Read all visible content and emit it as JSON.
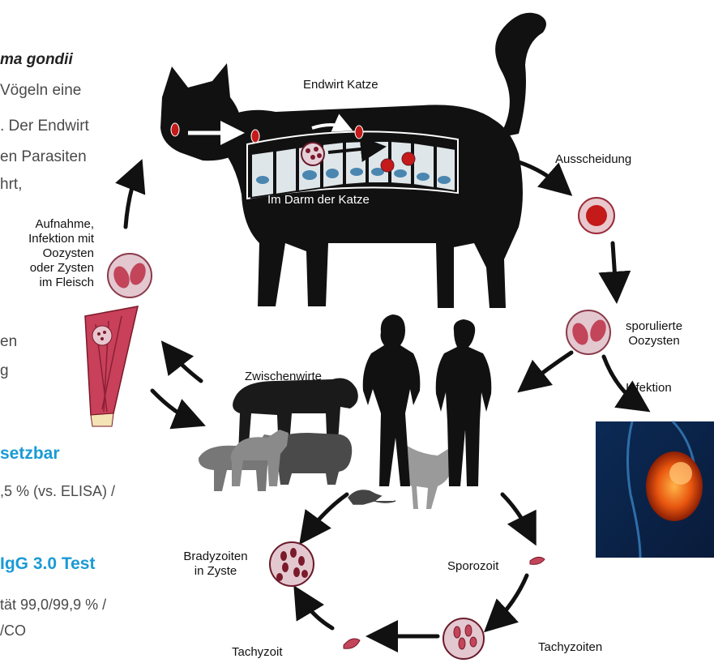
{
  "article": {
    "line1": "ma gondii",
    "line2": "Vögeln eine",
    "line3": ". Der Endwirt",
    "line4": "en Parasiten",
    "line5": "hrt,",
    "line6": "en",
    "line7": "g",
    "heading1": "setzbar",
    "spec1": ",5 % (vs. ELISA) /",
    "heading2": "IgG 3.0 Test",
    "spec2a": "tät 99,0/99,9 % /",
    "spec2b": "/CO"
  },
  "diagram": {
    "definitive_host": "Endwirt Katze",
    "intestine": "Im Darm der Katze",
    "excretion": "Ausscheidung",
    "sporulated": [
      "sporulierte",
      "Oozysten"
    ],
    "infection": "Infektion",
    "uptake": [
      "Aufnahme,",
      "Infektion mit",
      "Oozysten",
      "oder Zysten",
      "im Fleisch"
    ],
    "intermediate_hosts": "Zwischenwirte",
    "bradyzoites": [
      "Bradyzoiten",
      "in Zyste"
    ],
    "sporozoite": "Sporozoit",
    "tachyzoite": "Tachyzoit",
    "tachyzoites": "Tachyzoiten"
  },
  "colors": {
    "accent": "#1a9ad6",
    "silhouette": "#111111",
    "cyst": "#7a1a2a",
    "oocyst_fill": "#c41a1a"
  }
}
